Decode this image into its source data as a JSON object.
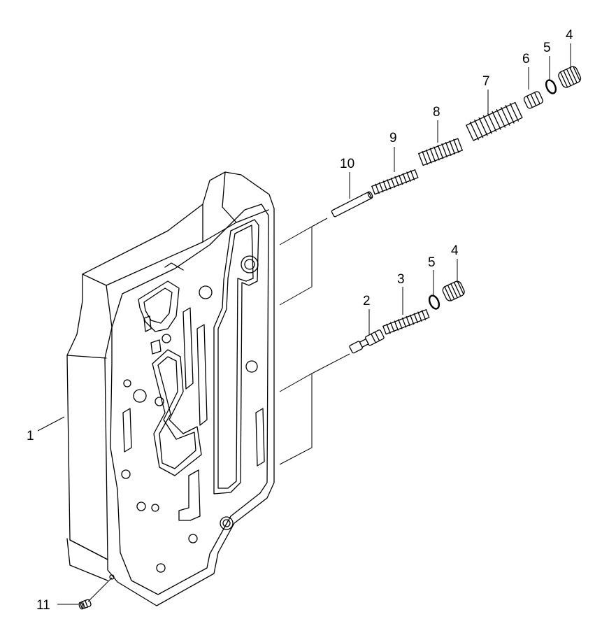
{
  "callouts": {
    "c1": "1",
    "c2": "2",
    "c3": "3",
    "c4a": "4",
    "c5a": "5",
    "c4b": "4",
    "c5b": "5",
    "c6": "6",
    "c7": "7",
    "c8": "8",
    "c9": "9",
    "c10": "10",
    "c11": "11"
  },
  "colors": {
    "line": "#000000",
    "background": "#ffffff"
  }
}
